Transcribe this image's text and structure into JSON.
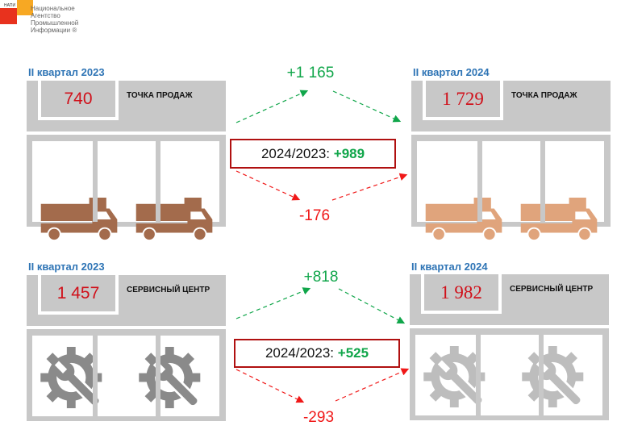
{
  "logo": {
    "small": "НАПИ",
    "line1": "Национальное",
    "line2": "Агентство",
    "line3": "Промышленной",
    "line4": "Информации ®"
  },
  "panels": [
    {
      "title": "II квартал 2023",
      "value": "740",
      "label": "ТОЧКА ПРОДАЖ",
      "icon": "truck-icon",
      "icon_color": "#a36b4c"
    },
    {
      "title": "II квартал 2024",
      "value": "1 729",
      "label": "ТОЧКА ПРОДАЖ",
      "icon": "truck-icon",
      "icon_color": "#e0a47c"
    },
    {
      "title": "II квартал 2023",
      "value": "1 457",
      "label": "СЕРВИСНЫЙ ЦЕНТР",
      "icon": "gear-wrench-icon",
      "icon_color": "#8a8a8a"
    },
    {
      "title": "II квартал 2024",
      "value": "1 982",
      "label": "СЕРВИСНЫЙ ЦЕНТР",
      "icon": "gear-wrench-icon",
      "icon_color": "#bdbdbd"
    }
  ],
  "comparisons": [
    {
      "opened": "+1 165",
      "closed": "-176",
      "ratio_label": "2024/2023: ",
      "ratio_value": "+989"
    },
    {
      "opened": "+818",
      "closed": "-293",
      "ratio_label": "2024/2023: ",
      "ratio_value": "+525"
    }
  ],
  "colors": {
    "green": "#10a64a",
    "red": "#f01818"
  }
}
